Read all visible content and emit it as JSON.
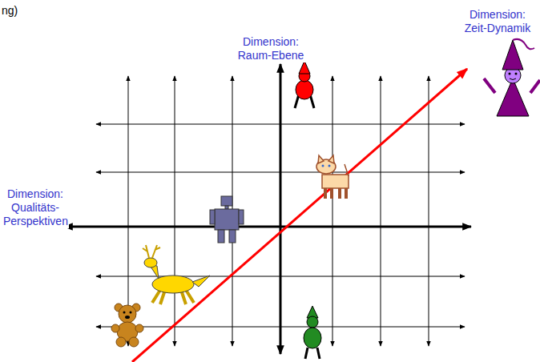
{
  "diagram": {
    "labels": [
      "ng)",
      "Dimension: Zeit-Dynamik",
      "Dimension: Raum-Ebene",
      "Dimension: Qualitäts- Perspektiven"
    ]
  }
}
